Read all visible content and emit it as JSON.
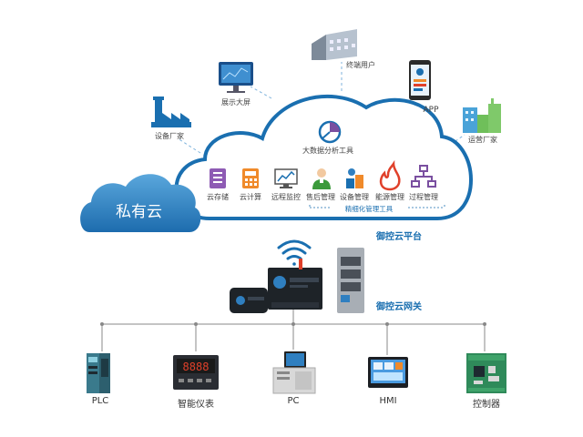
{
  "private_cloud": "私有云",
  "analytics_tool": "大数据分析工具",
  "refined_tools": "精细化管理工具",
  "cloud_platform": "御控云平台",
  "gateway": "御控云网关",
  "top_nodes": [
    {
      "label": "设备厂家",
      "icon": "factory-icon"
    },
    {
      "label": "展示大屏",
      "icon": "monitor-icon"
    },
    {
      "label": "终端用户",
      "icon": "building-icon"
    },
    {
      "label": "APP",
      "icon": "smartphone-icon"
    },
    {
      "label": "运营厂家",
      "icon": "city-icon"
    }
  ],
  "tools": [
    {
      "label": "云存储",
      "icon": "storage-icon"
    },
    {
      "label": "云计算",
      "icon": "calculator-icon"
    },
    {
      "label": "远程监控",
      "icon": "monitor-chart-icon"
    },
    {
      "label": "售后管理",
      "icon": "service-person-icon"
    },
    {
      "label": "设备管理",
      "icon": "device-management-icon"
    },
    {
      "label": "能源管理",
      "icon": "flame-icon"
    },
    {
      "label": "过程管理",
      "icon": "process-tree-icon"
    }
  ],
  "devices": [
    {
      "label": "PLC",
      "icon": "plc-icon"
    },
    {
      "label": "智能仪表",
      "icon": "meter-icon"
    },
    {
      "label": "PC",
      "icon": "pc-icon"
    },
    {
      "label": "HMI",
      "icon": "hmi-icon"
    },
    {
      "label": "控制器",
      "icon": "controller-board-icon"
    }
  ],
  "colors": {
    "cloud_outline": "#1a6fb0",
    "private_cloud_fill": "#2f7fc0",
    "accent_purple": "#7a4fa0",
    "accent_orange": "#f08a2a",
    "accent_red": "#e0402a"
  }
}
